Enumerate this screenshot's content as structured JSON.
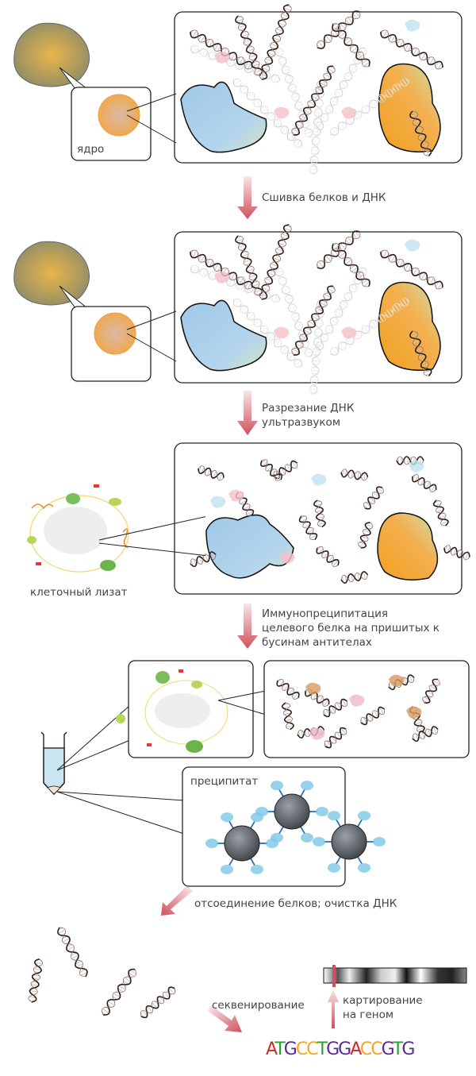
{
  "labels": {
    "nucleus": "ядро",
    "step1": "Сшивка белков и ДНК",
    "step2_line1": "Разрезание ДНК",
    "step2_line2": "ультразвуком",
    "lysate": "клеточный лизат",
    "step3_line1": "Иммунопреципитация",
    "step3_line2": "целевого белка на пришитых к",
    "step3_line3": "бусинам антителах",
    "precipitate": "преципитат",
    "step4": "отсоединение белков; очистка ДНК",
    "sequencing": "секвенирование",
    "mapping_line1": "картирование",
    "mapping_line2": "на геном"
  },
  "sequence": {
    "letters": [
      "A",
      "T",
      "G",
      "C",
      "C",
      "T",
      "G",
      "G",
      "A",
      "C",
      "C",
      "G",
      "T",
      "G"
    ],
    "colors": {
      "A": "#d62728",
      "T": "#2ca02c",
      "G": "#5b2a96",
      "C": "#f5a623"
    }
  },
  "colors": {
    "arrow": "#d0505e",
    "protein_blue": "#a9cde6",
    "protein_orange": "#f3a640",
    "tube_liquid": "#c9e6f2",
    "bead": "#555a60",
    "antibody": "#2a6fbf"
  }
}
